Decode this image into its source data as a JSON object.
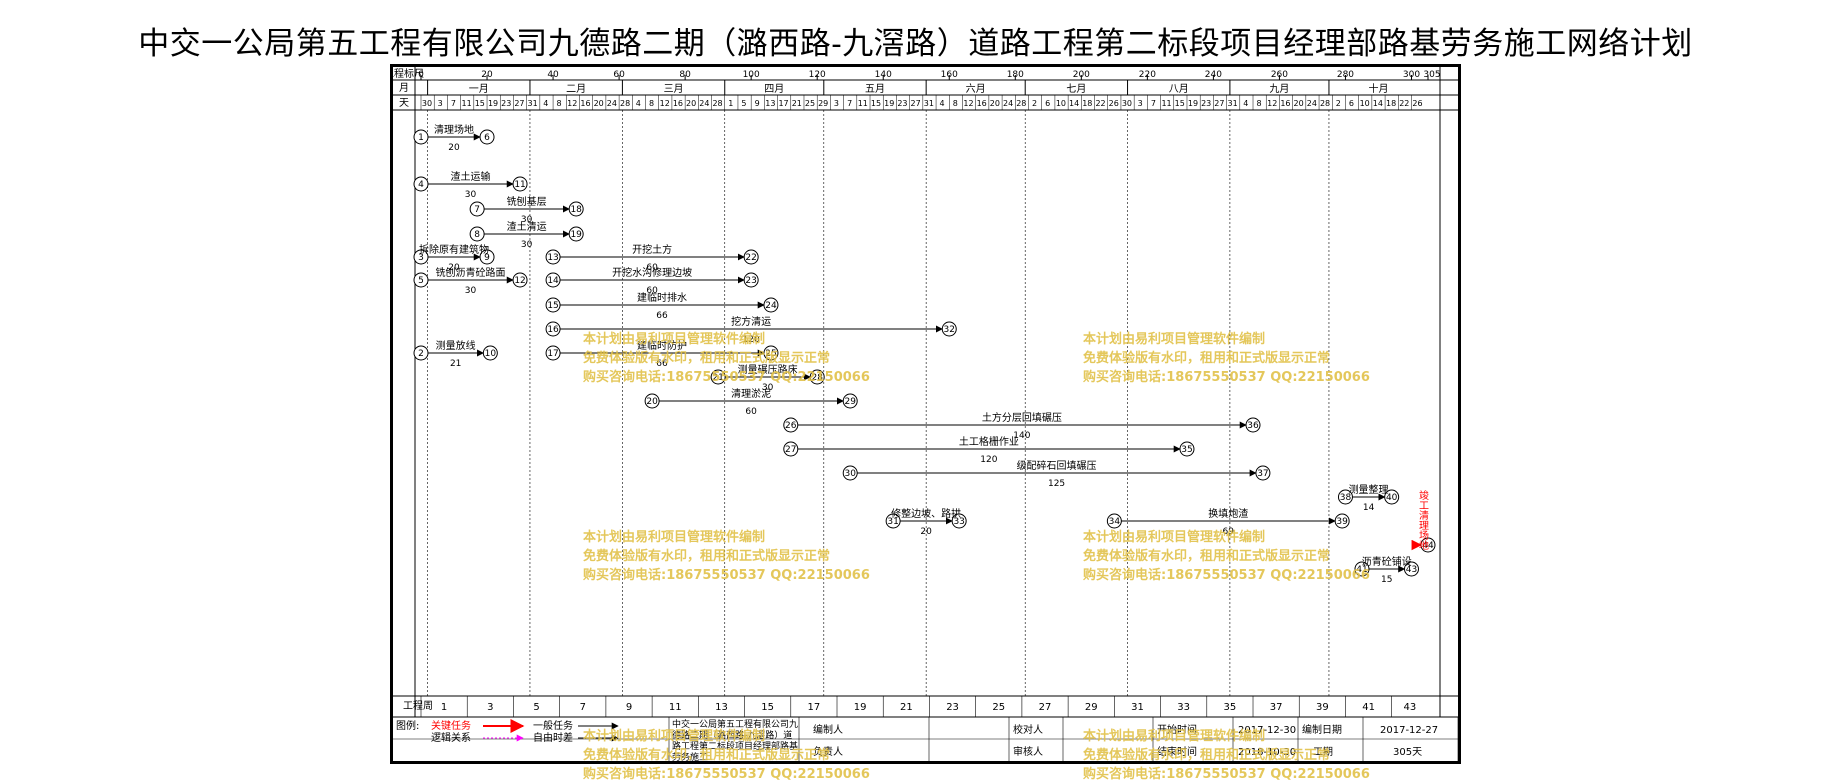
{
  "title": "中交一公局第五工程有限公司九德路二期（潞西路-九滘路）道路工程第二标段项目经理部路基劳务施工网络计划",
  "header": {
    "row_scale_label": "工程标尺",
    "row_month_label": "月",
    "row_day_label": "天",
    "scale_ticks": [
      "0",
      "20",
      "40",
      "60",
      "80",
      "100",
      "120",
      "140",
      "160",
      "180",
      "200",
      "220",
      "240",
      "260",
      "280",
      "300",
      "305"
    ],
    "months": [
      "一月",
      "二月",
      "三月",
      "四月",
      "五月",
      "六月",
      "七月",
      "八月",
      "九月",
      "十月"
    ],
    "days": [
      "30",
      "3",
      "7",
      "11",
      "15",
      "19",
      "23",
      "27",
      "31",
      "4",
      "8",
      "12",
      "16",
      "20",
      "24",
      "28",
      "4",
      "8",
      "12",
      "16",
      "20",
      "24",
      "28",
      "1",
      "5",
      "9",
      "13",
      "17",
      "21",
      "25",
      "29",
      "3",
      "7",
      "11",
      "15",
      "19",
      "23",
      "27",
      "31",
      "4",
      "8",
      "12",
      "16",
      "20",
      "24",
      "28",
      "2",
      "6",
      "10",
      "14",
      "18",
      "22",
      "26",
      "30",
      "3",
      "7",
      "11",
      "15",
      "19",
      "23",
      "27",
      "31",
      "4",
      "8",
      "12",
      "16",
      "20",
      "24",
      "28",
      "2",
      "6",
      "10",
      "14",
      "18",
      "22",
      "26"
    ]
  },
  "footer_row": {
    "label": "工程周",
    "weeks": [
      "1",
      "3",
      "5",
      "7",
      "9",
      "11",
      "13",
      "15",
      "17",
      "19",
      "21",
      "23",
      "25",
      "27",
      "29",
      "31",
      "33",
      "35",
      "37",
      "39",
      "41",
      "43"
    ]
  },
  "tasks": [
    {
      "from": "1",
      "to": "6",
      "name": "清理场地",
      "dur": "20"
    },
    {
      "from": "4",
      "to": "11",
      "name": "渣土运输",
      "dur": "30"
    },
    {
      "from": "7",
      "to": "18",
      "name": "铣刨基层",
      "dur": "30"
    },
    {
      "from": "8",
      "to": "19",
      "name": "渣土清运",
      "dur": "30"
    },
    {
      "from": "3",
      "to": "9",
      "name": "拆除原有建筑物",
      "dur": "20"
    },
    {
      "from": "13",
      "to": "22",
      "name": "开挖土方",
      "dur": "60"
    },
    {
      "from": "5",
      "to": "12",
      "name": "铣刨沥青砼路面",
      "dur": "30"
    },
    {
      "from": "14",
      "to": "23",
      "name": "开挖水沟修理边坡",
      "dur": "60"
    },
    {
      "from": "15",
      "to": "24",
      "name": "建临时排水",
      "dur": "66"
    },
    {
      "from": "16",
      "to": "32",
      "name": "挖方清运",
      "dur": "120"
    },
    {
      "from": "2",
      "to": "10",
      "name": "测量放线",
      "dur": "21"
    },
    {
      "from": "17",
      "to": "25",
      "name": "建临时防护",
      "dur": "66"
    },
    {
      "from": "21",
      "to": "28",
      "name": "测量碾压路床",
      "dur": "30"
    },
    {
      "from": "20",
      "to": "29",
      "name": "清理淤泥",
      "dur": "60"
    },
    {
      "from": "26",
      "to": "36",
      "name": "土方分层回填碾压",
      "dur": "140"
    },
    {
      "from": "27",
      "to": "35",
      "name": "土工格栅作业",
      "dur": "120"
    },
    {
      "from": "30",
      "to": "37",
      "name": "级配碎石回填碾压",
      "dur": "125"
    },
    {
      "from": "38",
      "to": "40",
      "name": "测量整理",
      "dur": "14"
    },
    {
      "from": "31",
      "to": "33",
      "name": "修整边坡、路拱",
      "dur": "20"
    },
    {
      "from": "34",
      "to": "39",
      "name": "换填炮渣",
      "dur": "69"
    },
    {
      "from": "41",
      "to": "43",
      "name": "沥青砼铺设",
      "dur": "15"
    },
    {
      "from": "",
      "to": "44",
      "name": "竣工清理场地",
      "dur": ""
    }
  ],
  "legend": {
    "label": "图例:",
    "critical": "关键任务",
    "logic": "逻辑关系",
    "normal": "一般任务",
    "free": "自由时差",
    "project_name": "中交一公局第五工程有限公司九德路二期（潞西路-九滘路）道路工程第二标段项目经理部路基劳务施工",
    "compiler": "编制人",
    "checker": "校对人",
    "start_label": "开始时间",
    "start_value": "2017-12-30",
    "compile_date_label": "编制日期",
    "compile_date_value": "2017-12-27",
    "responsible": "负责人",
    "reviewer": "审核人",
    "end_label": "结束时间",
    "end_value": "2018-10-30",
    "duration_label": "工期",
    "duration_value": "305天"
  },
  "watermark": {
    "line1": "本计划由易利项目管理软件编制",
    "line2": "免费体验版有水印，租用和正式版显示正常",
    "line3": "购买咨询电话:18675550537 QQ:22150066"
  },
  "colors": {
    "critical": "#ff0000",
    "logic": "#ff00ff",
    "normal": "#000000",
    "watermark": "#e2c24a"
  }
}
